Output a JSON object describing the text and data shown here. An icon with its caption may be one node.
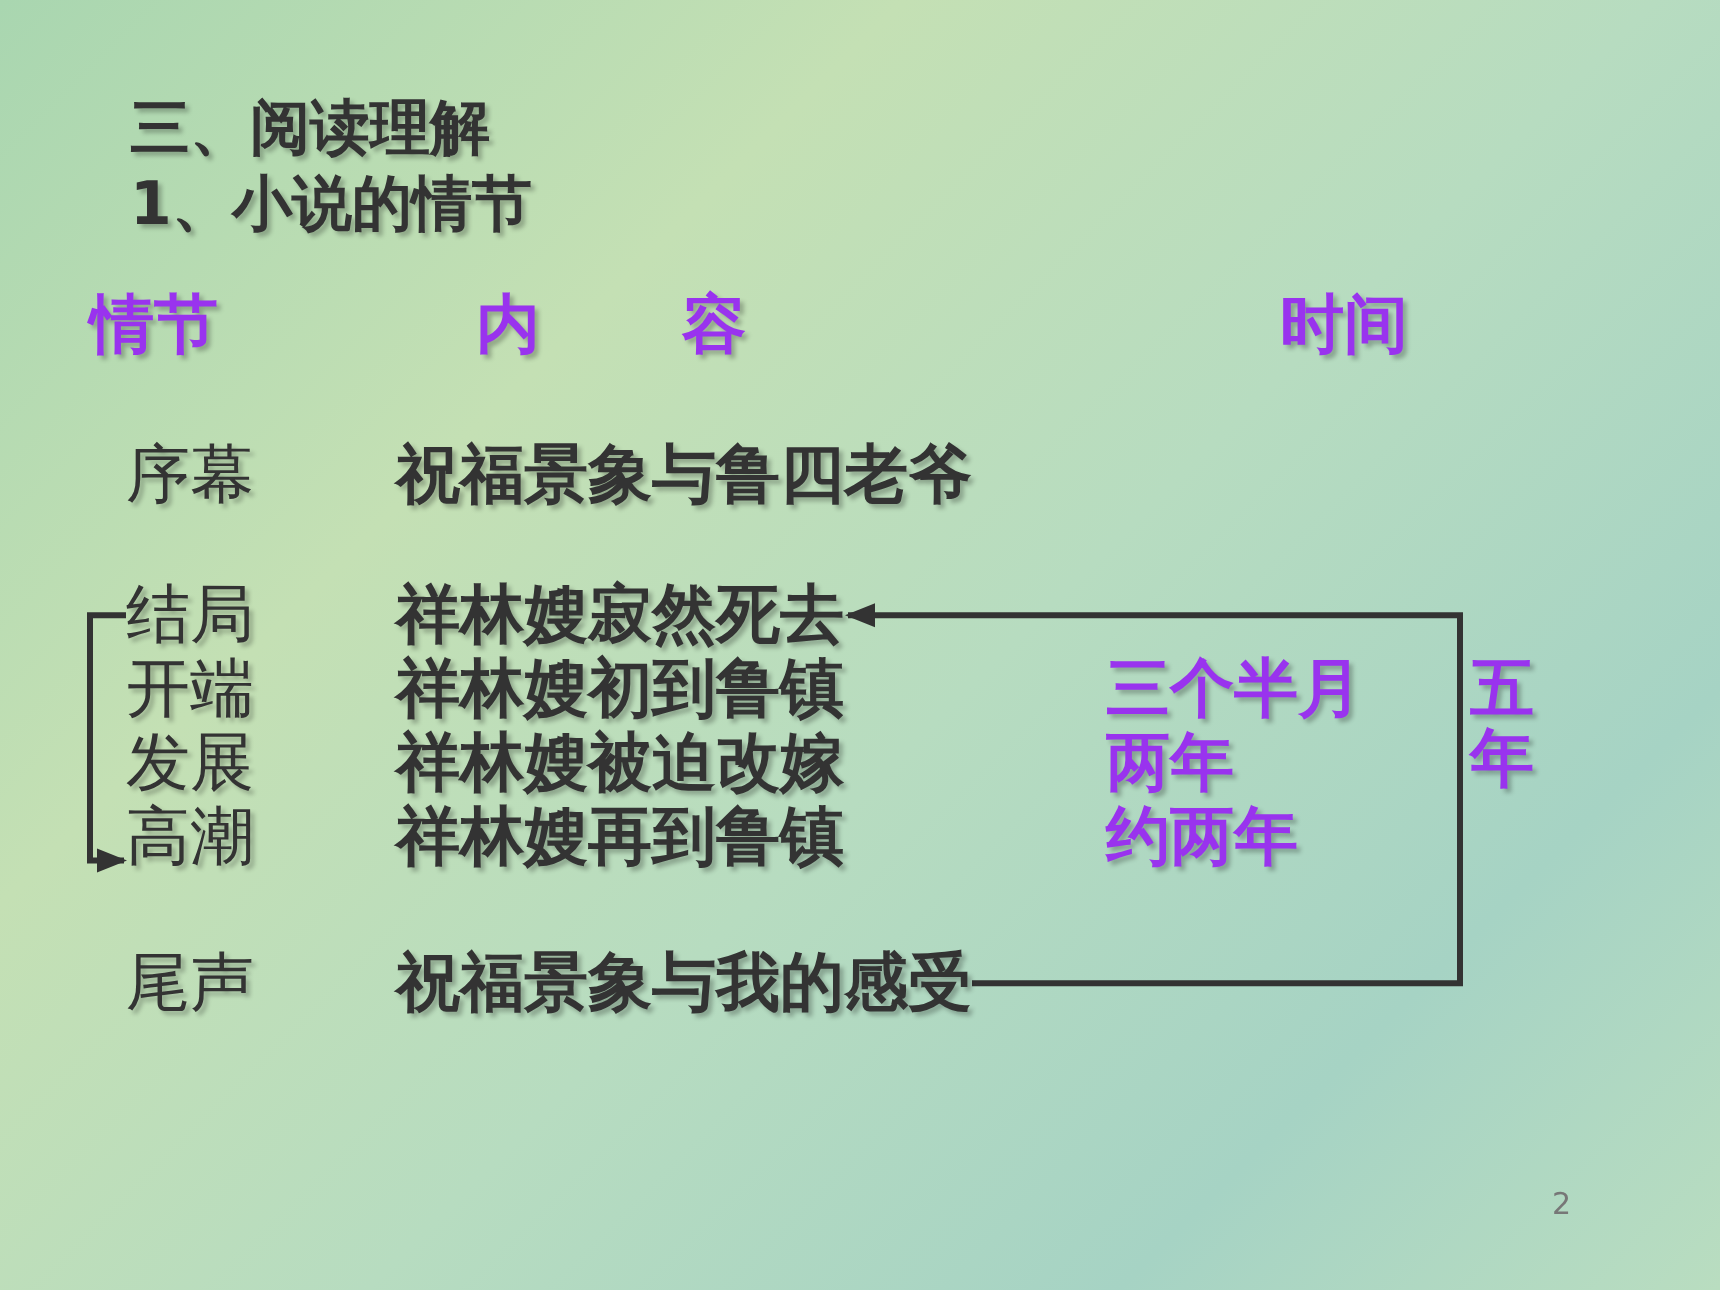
{
  "diagram": {
    "title": "三、阅读理解",
    "nodes": [
      {
        "text": [
          "结局"
        ]
      },
      {
        "text": [
          "祥林嫂寂然死去"
        ]
      },
      {
        "text": [
          "高潮"
        ]
      },
      {
        "text": [
          "祝福景象与我的感受"
        ]
      }
    ],
    "edges": [
      {
        "from": 0,
        "to": 2,
        "arrow": "to"
      },
      {
        "from": 3,
        "to": 1,
        "arrow": "to"
      }
    ],
    "labels": [
      "1、小说的情节",
      "情节",
      "内 容",
      "时间",
      "序幕",
      "祝福景象与鲁四老爷",
      "开端",
      "祥林嫂初到鲁镇",
      "三个半月",
      "五年",
      "发展",
      "祥林嫂被迫改嫁",
      "两年",
      "祥林嫂再到鲁镇",
      "约两年",
      "尾声",
      "2"
    ]
  }
}
